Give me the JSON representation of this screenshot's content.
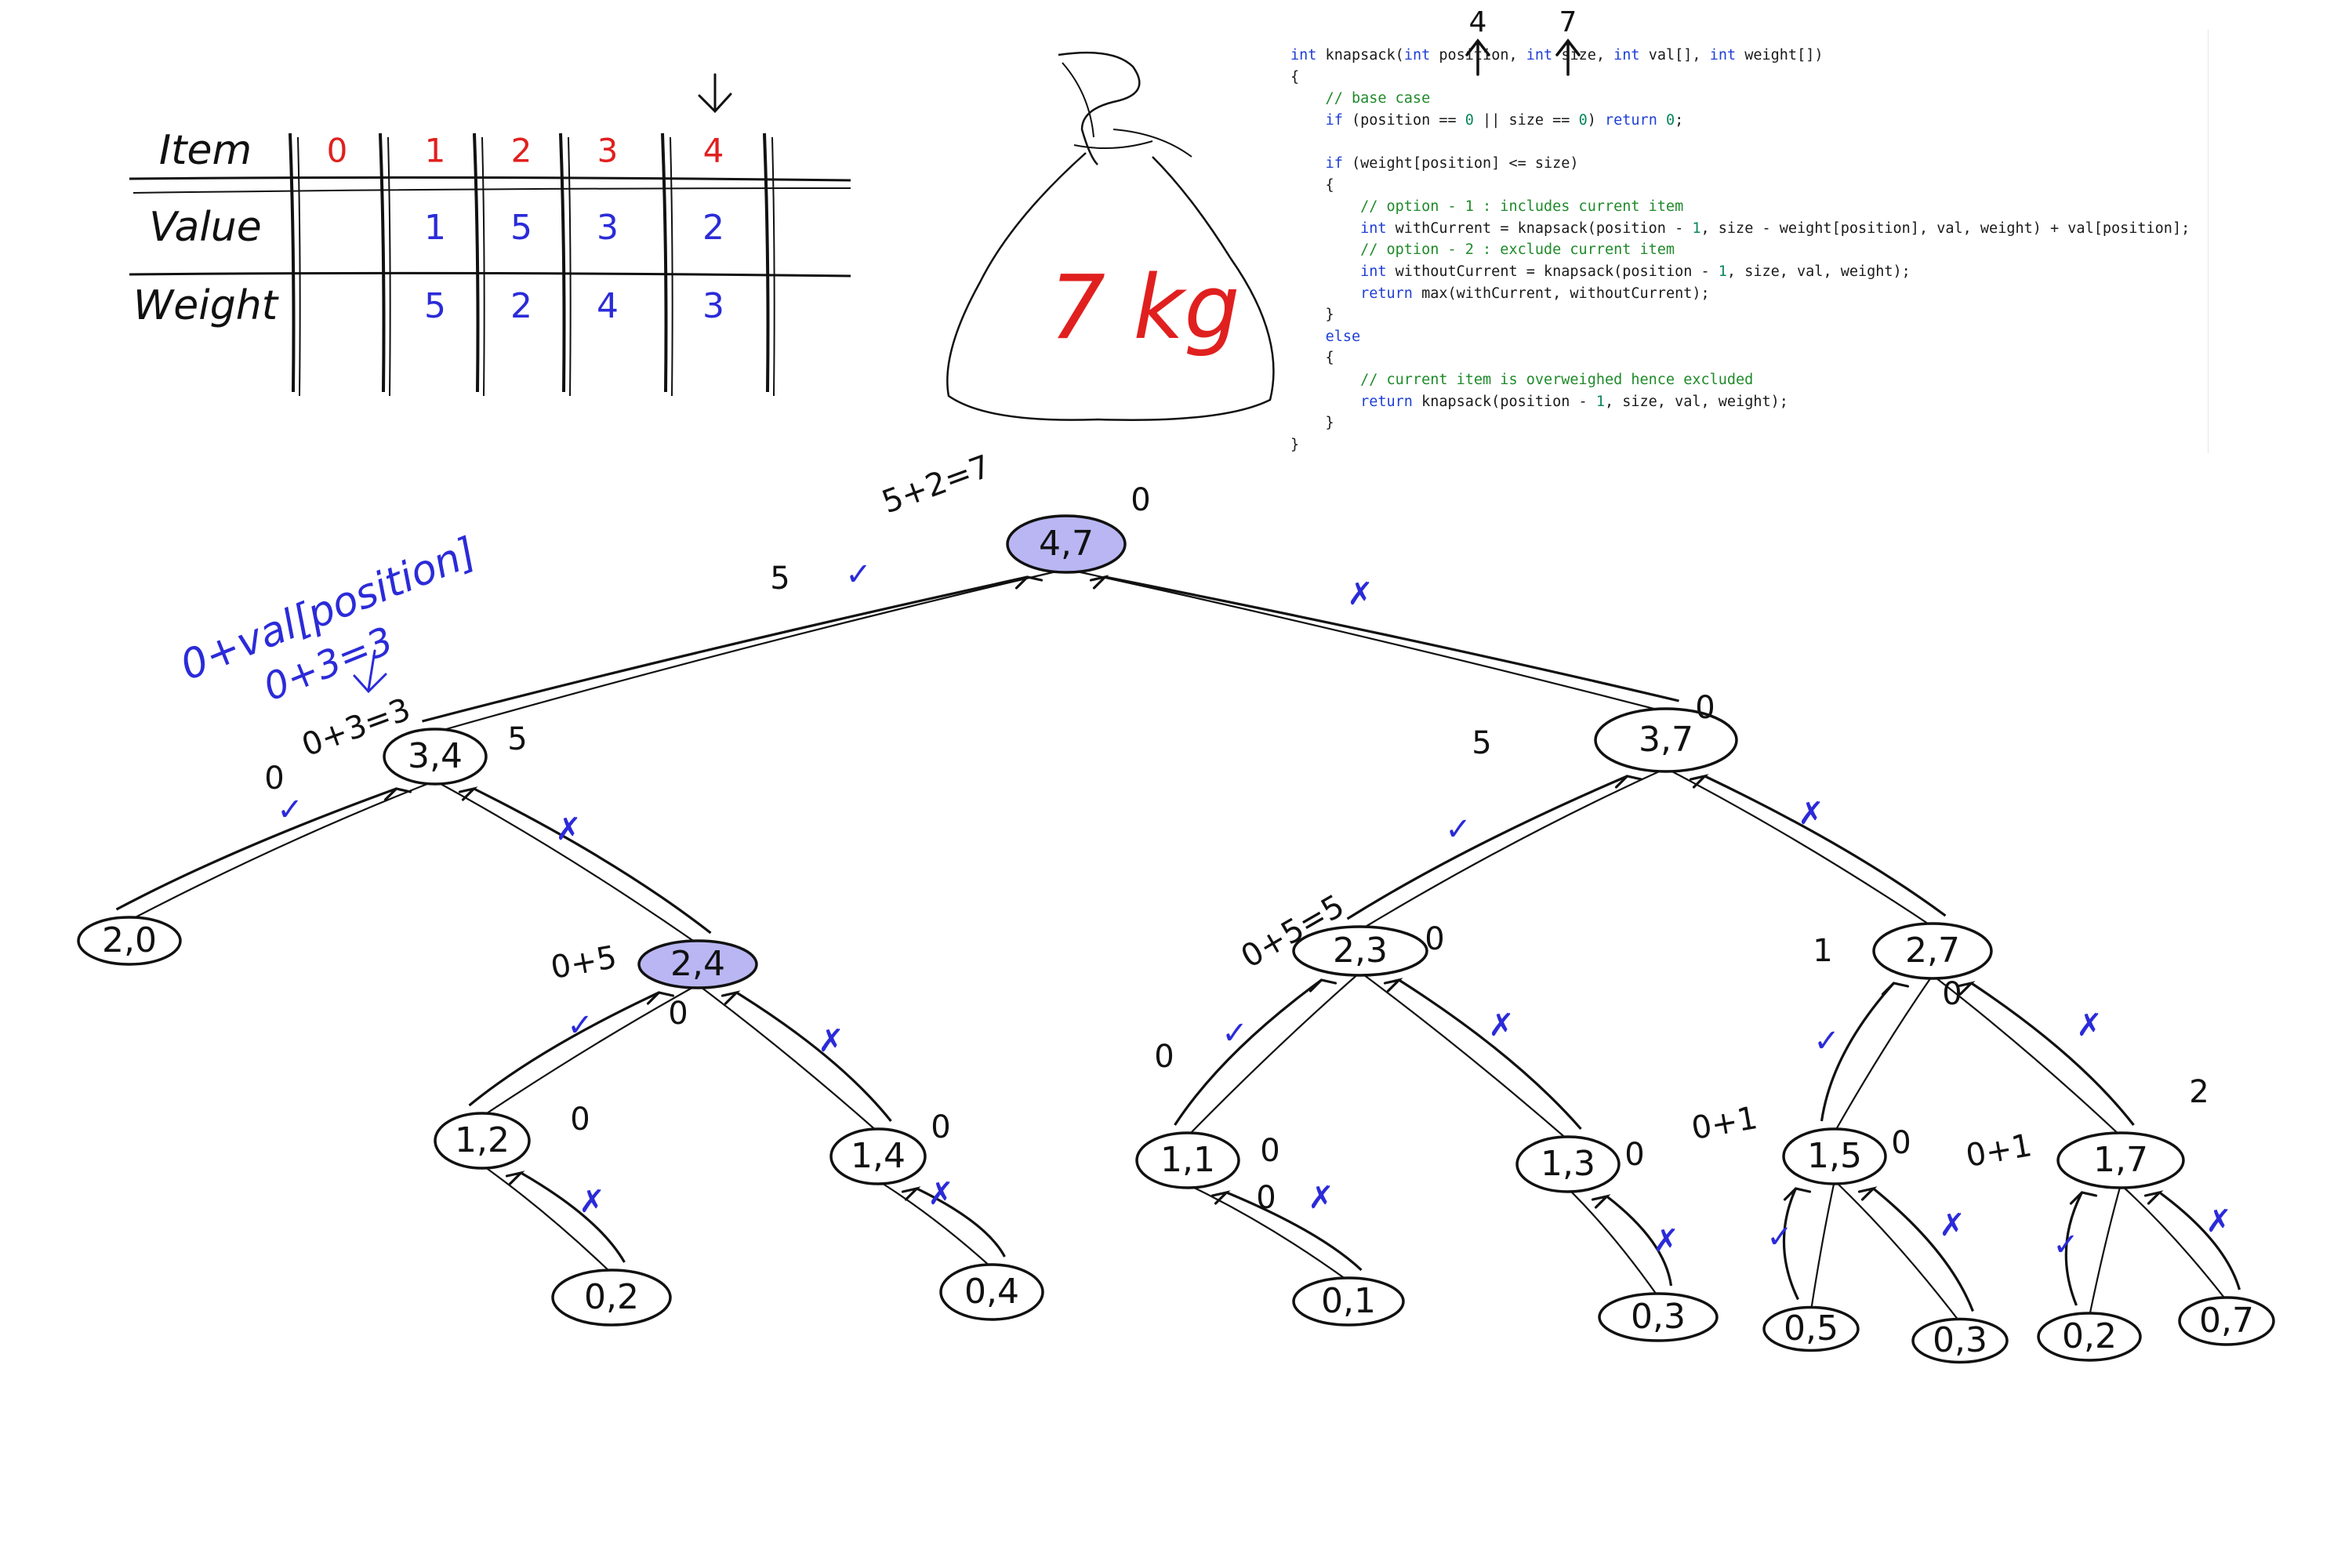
{
  "table": {
    "row_labels": [
      "Item",
      "Value",
      "Weight"
    ],
    "items": [
      "0",
      "1",
      "2",
      "3",
      "4"
    ],
    "values": [
      "",
      "1",
      "5",
      "3",
      "2"
    ],
    "weights": [
      "",
      "5",
      "2",
      "4",
      "3"
    ]
  },
  "bag": {
    "label": "7 kg"
  },
  "code": {
    "lines": [
      {
        "segments": [
          {
            "t": "int",
            "c": "kw"
          },
          {
            "t": " knapsack(",
            "c": ""
          },
          {
            "t": "int",
            "c": "kw"
          },
          {
            "t": " position, ",
            "c": ""
          },
          {
            "t": "int",
            "c": "kw"
          },
          {
            "t": " size, ",
            "c": ""
          },
          {
            "t": "int",
            "c": "kw"
          },
          {
            "t": " val[], ",
            "c": ""
          },
          {
            "t": "int",
            "c": "kw"
          },
          {
            "t": " weight[])",
            "c": ""
          }
        ]
      },
      {
        "segments": [
          {
            "t": "{",
            "c": ""
          }
        ]
      },
      {
        "segments": [
          {
            "t": "    // base case",
            "c": "cm"
          }
        ]
      },
      {
        "segments": [
          {
            "t": "    ",
            "c": ""
          },
          {
            "t": "if",
            "c": "kw"
          },
          {
            "t": " (position == ",
            "c": ""
          },
          {
            "t": "0",
            "c": "num"
          },
          {
            "t": " || size == ",
            "c": ""
          },
          {
            "t": "0",
            "c": "num"
          },
          {
            "t": ") ",
            "c": ""
          },
          {
            "t": "return",
            "c": "kw"
          },
          {
            "t": " ",
            "c": ""
          },
          {
            "t": "0",
            "c": "num"
          },
          {
            "t": ";",
            "c": ""
          }
        ]
      },
      {
        "segments": [
          {
            "t": "",
            "c": ""
          }
        ]
      },
      {
        "segments": [
          {
            "t": "    ",
            "c": ""
          },
          {
            "t": "if",
            "c": "kw"
          },
          {
            "t": " (weight[position] <= size)",
            "c": ""
          }
        ]
      },
      {
        "segments": [
          {
            "t": "    {",
            "c": ""
          }
        ]
      },
      {
        "segments": [
          {
            "t": "        // option - 1 : includes current item",
            "c": "cm"
          }
        ]
      },
      {
        "segments": [
          {
            "t": "        ",
            "c": ""
          },
          {
            "t": "int",
            "c": "kw"
          },
          {
            "t": " withCurrent = knapsack(position - ",
            "c": ""
          },
          {
            "t": "1",
            "c": "num"
          },
          {
            "t": ", size - weight[position], val, weight) + val[position];",
            "c": ""
          }
        ]
      },
      {
        "segments": [
          {
            "t": "        // option - 2 : exclude current item",
            "c": "cm"
          }
        ]
      },
      {
        "segments": [
          {
            "t": "        ",
            "c": ""
          },
          {
            "t": "int",
            "c": "kw"
          },
          {
            "t": " withoutCurrent = knapsack(position - ",
            "c": ""
          },
          {
            "t": "1",
            "c": "num"
          },
          {
            "t": ", size, val, weight);",
            "c": ""
          }
        ]
      },
      {
        "segments": [
          {
            "t": "        ",
            "c": ""
          },
          {
            "t": "return",
            "c": "kw"
          },
          {
            "t": " max(withCurrent, withoutCurrent);",
            "c": ""
          }
        ]
      },
      {
        "segments": [
          {
            "t": "    }",
            "c": ""
          }
        ]
      },
      {
        "segments": [
          {
            "t": "    ",
            "c": ""
          },
          {
            "t": "else",
            "c": "kw"
          }
        ]
      },
      {
        "segments": [
          {
            "t": "    {",
            "c": ""
          }
        ]
      },
      {
        "segments": [
          {
            "t": "        // current item is overweighed hence excluded",
            "c": "cm"
          }
        ]
      },
      {
        "segments": [
          {
            "t": "        ",
            "c": ""
          },
          {
            "t": "return",
            "c": "kw"
          },
          {
            "t": " knapsack(position - ",
            "c": ""
          },
          {
            "t": "1",
            "c": "num"
          },
          {
            "t": ", size, val, weight);",
            "c": ""
          }
        ]
      },
      {
        "segments": [
          {
            "t": "    }",
            "c": ""
          }
        ]
      },
      {
        "segments": [
          {
            "t": "}",
            "c": ""
          }
        ]
      }
    ],
    "param_annotations": [
      "4",
      "7"
    ]
  },
  "annotations": {
    "blue_note_line1": "0+val[position]",
    "blue_note_line2": "0+3=3"
  },
  "nodes": [
    {
      "id": "n47",
      "label": "4,7",
      "highlight": true
    },
    {
      "id": "n34",
      "label": "3,4",
      "highlight": false
    },
    {
      "id": "n37",
      "label": "3,7",
      "highlight": false
    },
    {
      "id": "n20",
      "label": "2,0",
      "highlight": false
    },
    {
      "id": "n24",
      "label": "2,4",
      "highlight": true
    },
    {
      "id": "n23",
      "label": "2,3",
      "highlight": false
    },
    {
      "id": "n27",
      "label": "2,7",
      "highlight": false
    },
    {
      "id": "n12",
      "label": "1,2",
      "highlight": false
    },
    {
      "id": "n14",
      "label": "1,4",
      "highlight": false
    },
    {
      "id": "n11",
      "label": "1,1",
      "highlight": false
    },
    {
      "id": "n13",
      "label": "1,3",
      "highlight": false
    },
    {
      "id": "n15",
      "label": "1,5",
      "highlight": false
    },
    {
      "id": "n17",
      "label": "1,7",
      "highlight": false
    },
    {
      "id": "n02",
      "label": "0,2",
      "highlight": false
    },
    {
      "id": "n04",
      "label": "0,4",
      "highlight": false
    },
    {
      "id": "n01",
      "label": "0,1",
      "highlight": false
    },
    {
      "id": "n03",
      "label": "0,3",
      "highlight": false
    },
    {
      "id": "n05",
      "label": "0,5",
      "highlight": false
    },
    {
      "id": "n03b",
      "label": "0,3",
      "highlight": false
    },
    {
      "id": "n02b",
      "label": "0,2",
      "highlight": false
    },
    {
      "id": "n07",
      "label": "0,7",
      "highlight": false
    }
  ],
  "edge_labels": [
    {
      "text": "5+2=7",
      "c": "k"
    },
    {
      "text": "0",
      "c": "k"
    },
    {
      "text": "5",
      "c": "k"
    },
    {
      "text": "✓",
      "c": "b"
    },
    {
      "text": "✗",
      "c": "b"
    },
    {
      "text": "0+3=3",
      "c": "k"
    },
    {
      "text": "5",
      "c": "k"
    },
    {
      "text": "0",
      "c": "k"
    },
    {
      "text": "✓",
      "c": "b"
    },
    {
      "text": "✗",
      "c": "b"
    },
    {
      "text": "5",
      "c": "k"
    },
    {
      "text": "0",
      "c": "k"
    },
    {
      "text": "✓",
      "c": "b"
    },
    {
      "text": "✗",
      "c": "b"
    },
    {
      "text": "0+5",
      "c": "k"
    },
    {
      "text": "0",
      "c": "k"
    },
    {
      "text": "✓",
      "c": "b"
    },
    {
      "text": "✗",
      "c": "b"
    },
    {
      "text": "0+5=5",
      "c": "k"
    },
    {
      "text": "0",
      "c": "k"
    },
    {
      "text": "✓",
      "c": "b"
    },
    {
      "text": "✗",
      "c": "b"
    },
    {
      "text": "1",
      "c": "k"
    },
    {
      "text": "0",
      "c": "k"
    },
    {
      "text": "✓",
      "c": "b"
    },
    {
      "text": "✗",
      "c": "b"
    },
    {
      "text": "0",
      "c": "k"
    },
    {
      "text": "✗",
      "c": "b"
    },
    {
      "text": "0",
      "c": "k"
    },
    {
      "text": "✗",
      "c": "b"
    },
    {
      "text": "0",
      "c": "k"
    },
    {
      "text": "✗",
      "c": "b"
    },
    {
      "text": "0",
      "c": "k"
    },
    {
      "text": "✗",
      "c": "b"
    },
    {
      "text": "0+1",
      "c": "k"
    },
    {
      "text": "0",
      "c": "k"
    },
    {
      "text": "✓",
      "c": "b"
    },
    {
      "text": "✗",
      "c": "b"
    },
    {
      "text": "0+1",
      "c": "k"
    },
    {
      "text": "2",
      "c": "k"
    },
    {
      "text": "✓",
      "c": "b"
    },
    {
      "text": "✗",
      "c": "b"
    },
    {
      "text": "0",
      "c": "k"
    },
    {
      "text": "0",
      "c": "k"
    }
  ],
  "colors": {
    "ink": "#111111",
    "red": "#e0201f",
    "blue": "#2b2bd9",
    "highlight": "#b9b6f3",
    "code_keyword": "#1f3fd6",
    "code_comment": "#1f8a2a",
    "code_number": "#098658"
  }
}
